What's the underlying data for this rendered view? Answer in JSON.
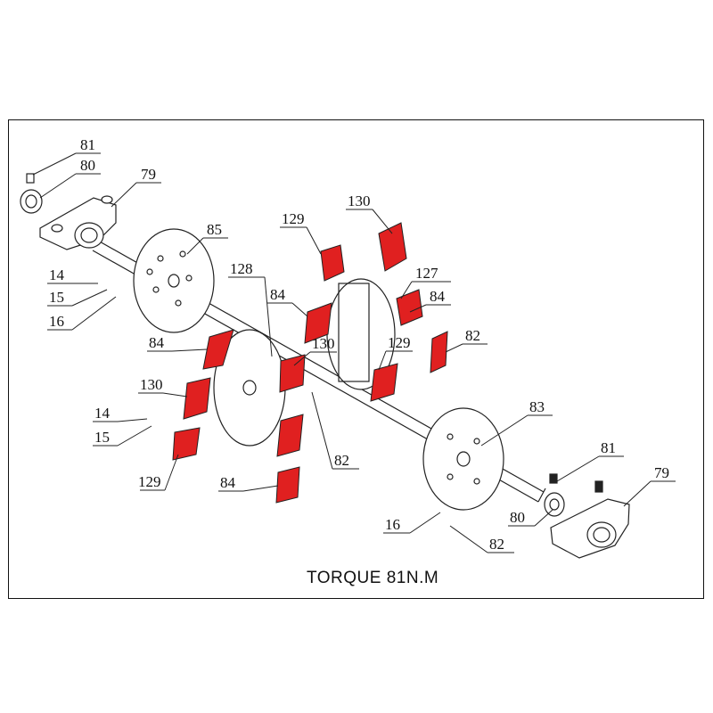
{
  "caption": "TORQUE 81N.M",
  "colors": {
    "highlight": "#e02020",
    "line": "#222222",
    "background": "#ffffff"
  },
  "callouts": [
    {
      "id": "81",
      "text": "81"
    },
    {
      "id": "80",
      "text": "80"
    },
    {
      "id": "79",
      "text": "79"
    },
    {
      "id": "85",
      "text": "85"
    },
    {
      "id": "14",
      "text": "14"
    },
    {
      "id": "15",
      "text": "15"
    },
    {
      "id": "16",
      "text": "16"
    },
    {
      "id": "128",
      "text": "128"
    },
    {
      "id": "129",
      "text": "129"
    },
    {
      "id": "130",
      "text": "130"
    },
    {
      "id": "127",
      "text": "127"
    },
    {
      "id": "84",
      "text": "84"
    },
    {
      "id": "82",
      "text": "82"
    },
    {
      "id": "83",
      "text": "83"
    }
  ]
}
